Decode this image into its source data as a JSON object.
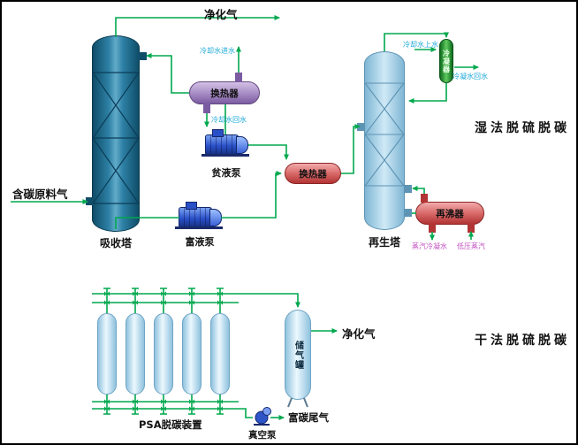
{
  "colors": {
    "pipe_green": "#00a84e",
    "absorber_blue": "#2e81a6",
    "regenerator_blue": "#aed4e8",
    "cooler_purple": "#a98fc5",
    "exchanger_red": "#d96a6a",
    "condenser_green": "#2ea83c",
    "pump_blue": "#2a50c8",
    "psa_lightblue": "#cfe9f6",
    "tiny_label_cyan": "#1ba8d8",
    "tiny_label_magenta": "#c24fc0"
  },
  "wet": {
    "title": "湿法脱硫脱碳",
    "purified_gas": "净化气",
    "feed_gas": "含碳原料气",
    "absorber": "吸收塔",
    "hx_cooler": "换热器",
    "cooling_in": "冷却水进水",
    "cooling_return": "冷却水回水",
    "lean_pump": "贫液泵",
    "rich_pump": "富液泵",
    "hx_main": "换热器",
    "regen": "再生塔",
    "condenser": "冷凝器",
    "cw_supply": "冷却水上水",
    "cond_return": "冷凝水回水",
    "reboiler": "再沸器",
    "steam_cond": "蒸汽冷凝水",
    "lp_steam": "低压蒸汽"
  },
  "dry": {
    "title": "干法脱硫脱碳",
    "psa": "PSA脱碳装置",
    "vacuum_pump": "真空泵",
    "tank": "储气罐",
    "purified_gas": "净化气",
    "rich_tail": "富碳尾气"
  }
}
